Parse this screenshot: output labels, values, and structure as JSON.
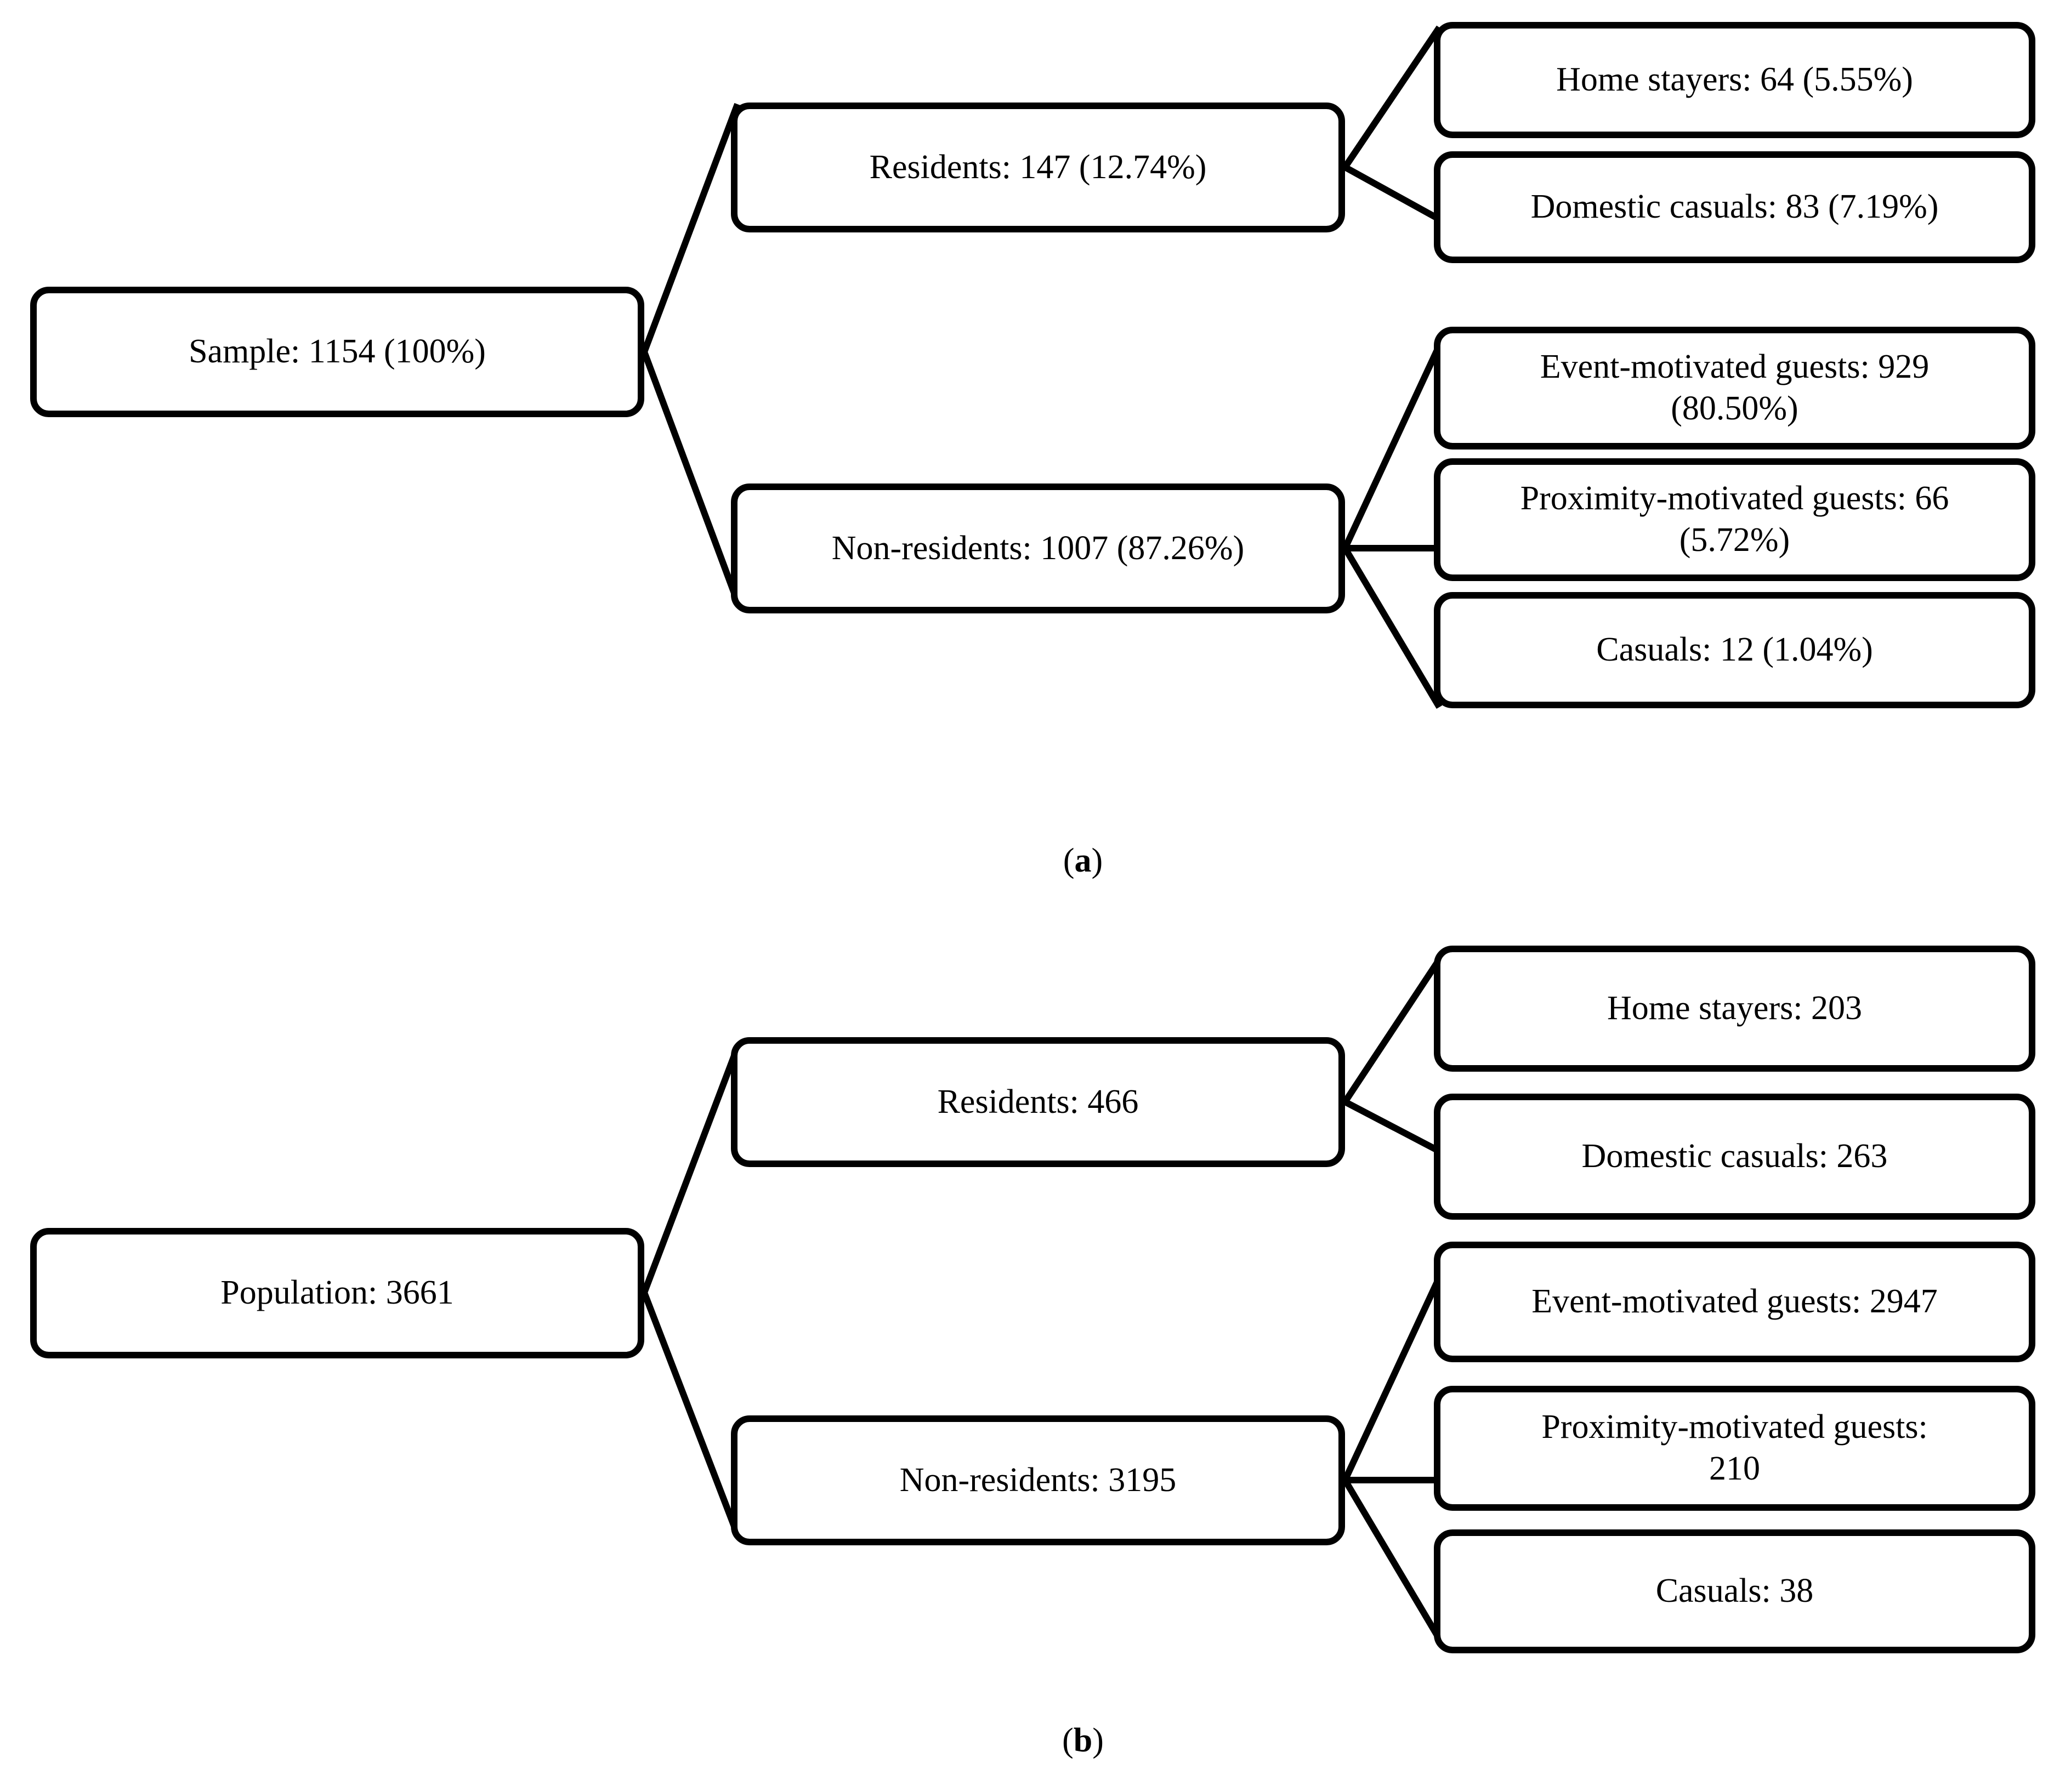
{
  "figure": {
    "type": "flowchart",
    "background": "#ffffff",
    "line_color": "#000000",
    "panels": [
      {
        "id": "a",
        "caption": "(a)",
        "caption_paren_open": "(",
        "caption_letter": "a",
        "caption_paren_close": ")",
        "root": {
          "id": "sample",
          "label": "Sample: 1154 (100%)",
          "count": 1154,
          "percent": "100%"
        },
        "level2": [
          {
            "id": "residents",
            "label": "Residents: 147 (12.74%)",
            "count": 147,
            "percent": "12.74%"
          },
          {
            "id": "non-residents",
            "label": "Non-residents: 1007 (87.26%)",
            "count": 1007,
            "percent": "87.26%"
          }
        ],
        "level3": [
          {
            "id": "home-stayers",
            "parent": "residents",
            "label": "Home stayers: 64 (5.55%)",
            "count": 64,
            "percent": "5.55%"
          },
          {
            "id": "domestic-casuals",
            "parent": "residents",
            "label": "Domestic casuals: 83 (7.19%)",
            "count": 83,
            "percent": "7.19%"
          },
          {
            "id": "event-motivated-guests",
            "parent": "non-residents",
            "label": "Event-motivated guests: 929\n(80.50%)",
            "count": 929,
            "percent": "80.50%"
          },
          {
            "id": "proximity-motivated-guests",
            "parent": "non-residents",
            "label": "Proximity-motivated guests: 66\n(5.72%)",
            "count": 66,
            "percent": "5.72%"
          },
          {
            "id": "casuals",
            "parent": "non-residents",
            "label": "Casuals: 12 (1.04%)",
            "count": 12,
            "percent": "1.04%"
          }
        ]
      },
      {
        "id": "b",
        "caption": "(b)",
        "caption_paren_open": "(",
        "caption_letter": "b",
        "caption_paren_close": ")",
        "root": {
          "id": "population",
          "label": "Population: 3661",
          "count": 3661
        },
        "level2": [
          {
            "id": "residents",
            "label": "Residents: 466",
            "count": 466
          },
          {
            "id": "non-residents",
            "label": "Non-residents: 3195",
            "count": 3195
          }
        ],
        "level3": [
          {
            "id": "home-stayers",
            "parent": "residents",
            "label": "Home stayers: 203",
            "count": 203
          },
          {
            "id": "domestic-casuals",
            "parent": "residents",
            "label": "Domestic casuals: 263",
            "count": 263
          },
          {
            "id": "event-motivated-guests",
            "parent": "non-residents",
            "label": "Event-motivated guests: 2947",
            "count": 2947
          },
          {
            "id": "proximity-motivated-guests",
            "parent": "non-residents",
            "label": "Proximity-motivated guests:\n210",
            "count": 210
          },
          {
            "id": "casuals",
            "parent": "non-residents",
            "label": "Casuals: 38",
            "count": 38
          }
        ]
      }
    ]
  }
}
